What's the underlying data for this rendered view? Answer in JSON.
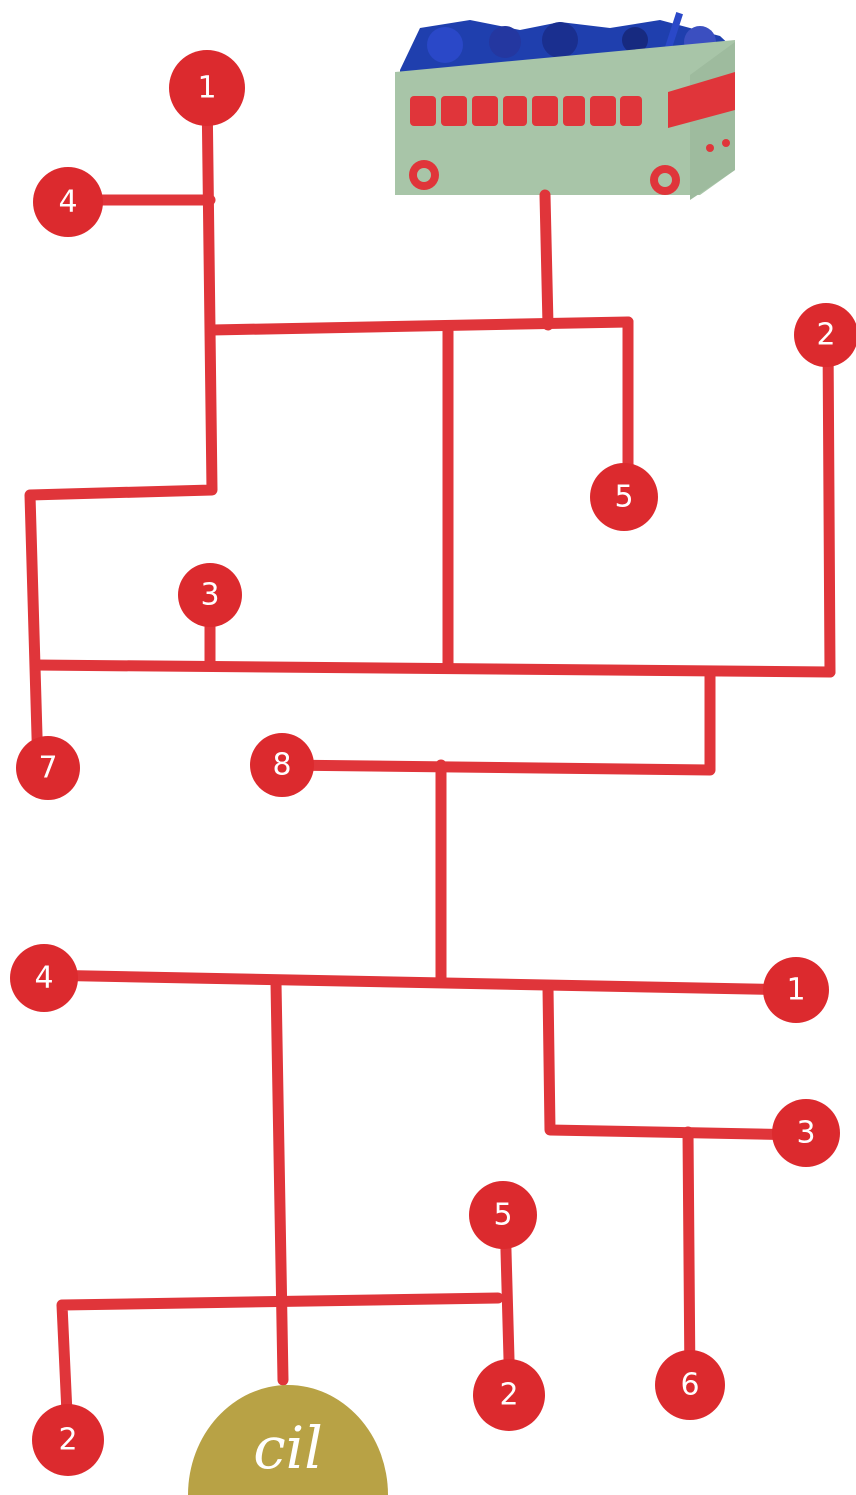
{
  "colors": {
    "path": "#e0353a",
    "node": "#dc2a2e",
    "node_text": "#ffffff",
    "goal": "#b8a245",
    "bus_body": "#a8c5a8",
    "bus_windows": "#e0353a",
    "bus_cargo": "#1f3fae"
  },
  "start": {
    "icon": "bus-icon"
  },
  "nodes": [
    {
      "id": "n1",
      "label": "1"
    },
    {
      "id": "n2",
      "label": "4"
    },
    {
      "id": "n3",
      "label": "2"
    },
    {
      "id": "n4",
      "label": "5"
    },
    {
      "id": "n5",
      "label": "3"
    },
    {
      "id": "n6",
      "label": "7"
    },
    {
      "id": "n7",
      "label": "8"
    },
    {
      "id": "n8",
      "label": "4"
    },
    {
      "id": "n9",
      "label": "1"
    },
    {
      "id": "n10",
      "label": "3"
    },
    {
      "id": "n11",
      "label": "5"
    },
    {
      "id": "n12",
      "label": "6"
    },
    {
      "id": "n13",
      "label": "2"
    },
    {
      "id": "n14",
      "label": "2"
    }
  ],
  "goal": {
    "label": "cil"
  }
}
